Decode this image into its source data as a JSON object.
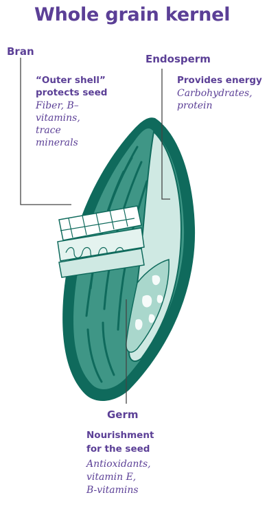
{
  "title": "Whole grain kernel",
  "bran": {
    "label": "Bran",
    "desc_line1": "“Outer shell”",
    "desc_line2": "protects seed",
    "detail_line1": "Fiber, B–",
    "detail_line2": "vitamins,",
    "detail_line3": "trace",
    "detail_line4": "minerals"
  },
  "endosperm": {
    "label": "Endosperm",
    "desc": "Provides energy",
    "detail_line1": "Carbohydrates,",
    "detail_line2": "protein"
  },
  "germ": {
    "label": "Germ",
    "desc_line1": "Nourishment",
    "desc_line2": "for the seed",
    "detail_line1": "Antioxidants,",
    "detail_line2": "vitamin E,",
    "detail_line3": "B-vitamins"
  },
  "colors": {
    "text": "#5b3f96",
    "shell_dark": "#0f6a5c",
    "shell_mid": "#3f9686",
    "endosperm": "#cfe9e3",
    "germ": "#a9d7cc",
    "leader": "#444444"
  }
}
